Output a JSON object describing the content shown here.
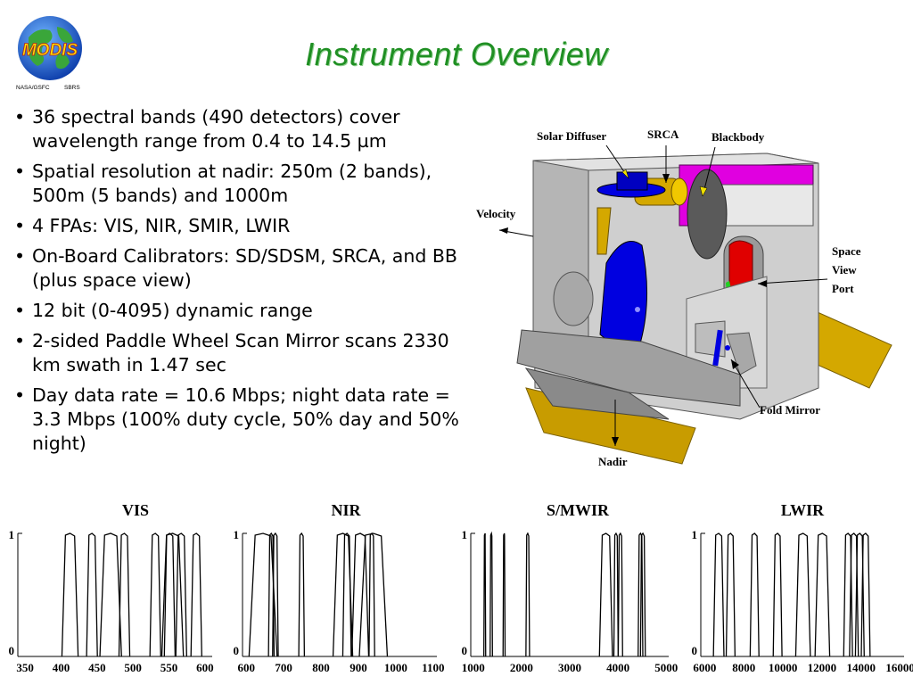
{
  "slide": {
    "title": "Instrument Overview",
    "logo": {
      "text": "MODIS",
      "caption_left": "NASA/GSFC",
      "caption_right": "SBRS"
    }
  },
  "bullets": [
    "36 spectral bands (490 detectors) cover wavelength range from 0.4 to 14.5 µm",
    "Spatial resolution at nadir: 250m (2 bands), 500m (5 bands) and 1000m",
    "4 FPAs: VIS, NIR, SMIR, LWIR",
    "On-Board Calibrators: SD/SDSM, SRCA, and BB (plus space view)",
    "12 bit (0-4095) dynamic range",
    "2-sided Paddle Wheel Scan Mirror scans 2330 km swath in 1.47 sec",
    "Day data rate = 10.6 Mbps; night data rate = 3.3 Mbps (100% duty cycle, 50% day and 50% night)"
  ],
  "diagram": {
    "labels": {
      "solar_diffuser": "Solar Diffuser",
      "srca": "SRCA",
      "blackbody": "Blackbody",
      "velocity": "Velocity",
      "space_view_1": "Space",
      "space_view_2": "View",
      "space_view_3": "Port",
      "fold_mirror": "Fold Mirror",
      "nadir": "Nadir"
    },
    "colors": {
      "body": "#c8c8c8",
      "shadow": "#9a9a9a",
      "gold": "#d4a800",
      "magenta": "#e000e0",
      "blue": "#0000e0",
      "red": "#e00000",
      "green": "#20d020",
      "yellow": "#f0e000"
    }
  },
  "chart_data": [
    {
      "type": "line",
      "title": "VIS",
      "ylim": [
        0,
        1
      ],
      "yticks": [
        "1",
        "0"
      ],
      "xlim": [
        340,
        610
      ],
      "xticks": [
        350,
        400,
        450,
        500,
        550,
        600
      ],
      "bands": [
        {
          "lo": 405,
          "hi": 420
        },
        {
          "lo": 438,
          "hi": 448
        },
        {
          "lo": 459,
          "hi": 479
        },
        {
          "lo": 483,
          "hi": 493
        },
        {
          "lo": 526,
          "hi": 536
        },
        {
          "lo": 545,
          "hi": 565
        },
        {
          "lo": 546,
          "hi": 556
        },
        {
          "lo": 562,
          "hi": 572
        },
        {
          "lo": 583,
          "hi": 593
        }
      ]
    },
    {
      "type": "line",
      "title": "NIR",
      "ylim": [
        0,
        1
      ],
      "yticks": [
        "1",
        "0"
      ],
      "xlim": [
        590,
        1110
      ],
      "xticks": [
        600,
        700,
        800,
        900,
        1000,
        1100
      ],
      "bands": [
        {
          "lo": 620,
          "hi": 670
        },
        {
          "lo": 662,
          "hi": 672
        },
        {
          "lo": 673,
          "hi": 683
        },
        {
          "lo": 743,
          "hi": 753
        },
        {
          "lo": 841,
          "hi": 876
        },
        {
          "lo": 862,
          "hi": 877
        },
        {
          "lo": 890,
          "hi": 920
        },
        {
          "lo": 931,
          "hi": 941
        },
        {
          "lo": 915,
          "hi": 965
        }
      ]
    },
    {
      "type": "line",
      "title": "S/MWIR",
      "ylim": [
        0,
        1
      ],
      "yticks": [
        "1",
        "0"
      ],
      "xlim": [
        950,
        5050
      ],
      "xticks": [
        1000,
        2000,
        3000,
        4000,
        5000
      ],
      "bands": [
        {
          "lo": 1230,
          "hi": 1250
        },
        {
          "lo": 1360,
          "hi": 1390
        },
        {
          "lo": 1628,
          "hi": 1652
        },
        {
          "lo": 2105,
          "hi": 2155
        },
        {
          "lo": 3660,
          "hi": 3840
        },
        {
          "lo": 3929,
          "hi": 3989
        },
        {
          "lo": 4020,
          "hi": 4080
        },
        {
          "lo": 4433,
          "hi": 4498
        },
        {
          "lo": 4482,
          "hi": 4549
        }
      ]
    },
    {
      "type": "line",
      "title": "LWIR",
      "ylim": [
        0,
        1
      ],
      "yticks": [
        "1",
        "0"
      ],
      "xlim": [
        5800,
        16200
      ],
      "xticks": [
        6000,
        8000,
        10000,
        12000,
        14000,
        16000
      ],
      "bands": [
        {
          "lo": 6535,
          "hi": 6895
        },
        {
          "lo": 7175,
          "hi": 7475
        },
        {
          "lo": 8400,
          "hi": 8700
        },
        {
          "lo": 9580,
          "hi": 9880
        },
        {
          "lo": 10780,
          "hi": 11280
        },
        {
          "lo": 11770,
          "hi": 12270
        },
        {
          "lo": 13185,
          "hi": 13485
        },
        {
          "lo": 13485,
          "hi": 13785
        },
        {
          "lo": 13785,
          "hi": 14085
        },
        {
          "lo": 14085,
          "hi": 14385
        }
      ]
    }
  ]
}
